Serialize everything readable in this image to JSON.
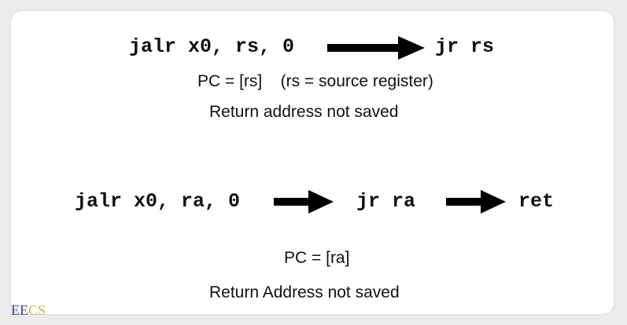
{
  "diagram": {
    "row1": {
      "source": "jalr x0, rs, 0",
      "target": "jr rs",
      "note_pc": "PC = [rs]    (rs = source register)",
      "note_saved": "Return address not saved"
    },
    "row2": {
      "source": "jalr x0, ra, 0",
      "middle": "jr ra",
      "target": "ret",
      "note_pc": "PC = [ra]",
      "note_saved": "Return Address not saved"
    },
    "logo": {
      "part1": "EE",
      "part2": "CS"
    }
  },
  "colors": {
    "background": "#ececec",
    "card": "#ffffff",
    "text": "#111111",
    "arrow": "#000000",
    "logo_blue": "#2d4a8a",
    "logo_gold": "#d4b54a"
  }
}
